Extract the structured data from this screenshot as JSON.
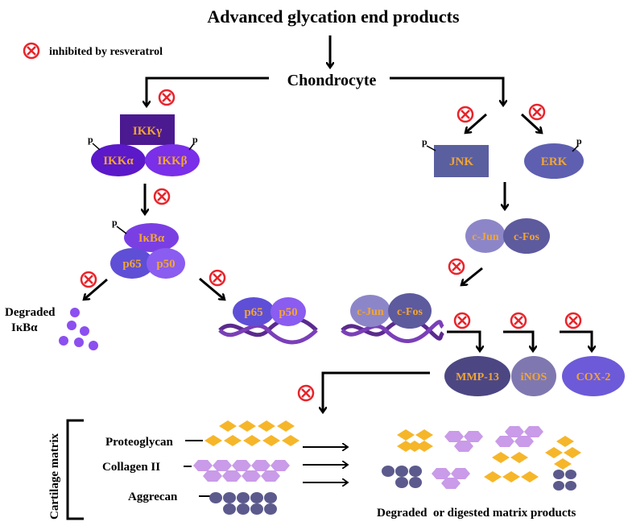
{
  "title": "Advanced glycation end products",
  "legend": {
    "label": "inhibited by resveratrol",
    "icon": "inhibition-icon",
    "icon_color": "#e8232a"
  },
  "chondrocyte": "Chondrocyte",
  "phospho": "p",
  "nfkb_path": {
    "ikk_gamma": "IKKγ",
    "ikk_alpha": "IKKα",
    "ikk_beta": "IKKβ",
    "ikba": "IκBα",
    "p65": "p65",
    "p50": "p50",
    "degraded_line1": "Degraded",
    "degraded_line2": "IκBα",
    "dna_p65": "p65",
    "dna_p50": "p50"
  },
  "mapk_path": {
    "jnk": "JNK",
    "erk": "ERK",
    "cjun": "c-Jun",
    "cfos": "c-Fos",
    "dna_cjun": "c-Jun",
    "dna_cfos": "c-Fos"
  },
  "effectors": {
    "mmp13": "MMP-13",
    "inos": "iNOS",
    "cox2": "COX-2"
  },
  "matrix": {
    "side_label": "Cartilage matrix",
    "proteoglycan": "Proteoglycan",
    "collagen": "Collagen II",
    "aggrecan": "Aggrecan",
    "degraded_label": "Degraded  or digested matrix products"
  },
  "colors": {
    "ikk_gamma": "#4b1a91",
    "ikk_ab": "#5b19c9",
    "violet": "#7a3fe3",
    "p65": "#5e4fd6",
    "p50": "#8a5cf0",
    "jnk": "#5a5fa0",
    "erk": "#5e5fb0",
    "cjun": "#8c86c8",
    "cfos": "#5d5a9e",
    "mmp13": "#4c4783",
    "inos": "#7f78b0",
    "cox2": "#6d5ad8",
    "dna": "#5b2a8e",
    "node_text": "#f2a533",
    "proteoglycan": "#f6b62a",
    "collagen": "#c99be8",
    "aggrecan": "#5c5a8d",
    "degraded_dots": "#8c4ff0"
  }
}
